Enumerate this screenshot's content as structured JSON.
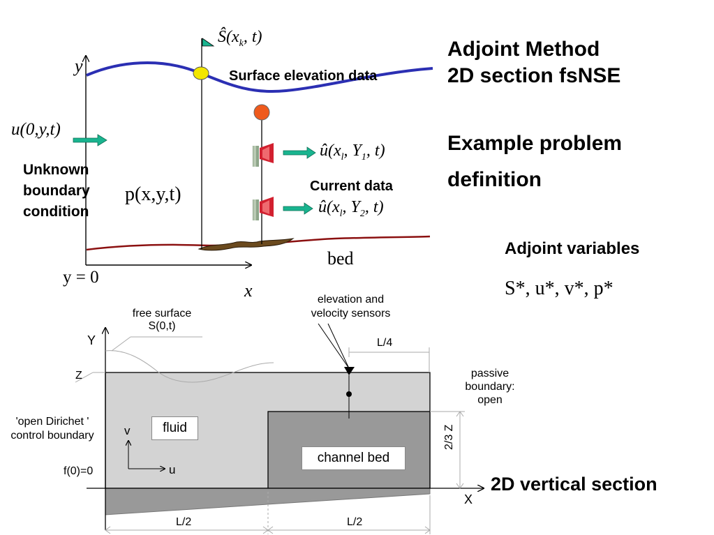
{
  "colors": {
    "surface_line": "#2b2fb3",
    "bed_line": "#8b1010",
    "sensor_yellow": "#f2e600",
    "sensor_orange": "#ef5a1c",
    "green_arrow": "#19b48f",
    "fluid_fill": "#d3d3d3",
    "bed_fill": "#999999"
  },
  "upper": {
    "y_axis": "y",
    "x_axis": "x",
    "y_zero": "y = 0",
    "boundary_velocity": "u(0,y,t)",
    "unknown_bc": [
      "Unknown",
      "boundary",
      "condition"
    ],
    "pressure": "p(x,y,t)",
    "surface_data": "Surface elevation data",
    "s_hat_label": "Ŝ(x",
    "s_hat_sub": "k",
    "s_hat_tail": ", t)",
    "current_data": "Current data",
    "u_hat_1": "û(x",
    "u_hat_1_sub1": "l",
    "u_hat_1_mid": ", Y",
    "u_hat_1_sub2": "1",
    "u_hat_1_tail": ", t)",
    "u_hat_2": "û(x",
    "u_hat_2_sub1": "l",
    "u_hat_2_mid": ", Y",
    "u_hat_2_sub2": "2",
    "u_hat_2_tail": ", t)",
    "bed": "bed"
  },
  "right_panel": {
    "title_line1": "Adjoint Method",
    "title_line2": "2D section fsNSE",
    "example_line1": "Example problem",
    "example_line2": "definition",
    "adjoint_heading": "Adjoint variables",
    "adjoint_list": "S*, u*, v*, p*"
  },
  "lower": {
    "free_surface_line1": "free surface",
    "free_surface_line2": "S(0,t)",
    "sensors_line1": "elevation and",
    "sensors_line2": "velocity sensors",
    "y_axis": "Y",
    "z_label": "Z",
    "quarter_L": "L/4",
    "passive_line1": "passive",
    "passive_line2": "boundary:",
    "passive_line3": "open",
    "dirichlet_line1": "'open Dirichet '",
    "dirichlet_line2": "control boundary",
    "fluid": "fluid",
    "channel_bed": "channel bed",
    "two_thirds_z": "2/3 Z",
    "v_label": "v",
    "u_label": "u",
    "f0": "f(0)=0",
    "x_axis": "X",
    "half_L_left": "L/2",
    "half_L_right": "L/2",
    "section_title": "2D vertical section"
  }
}
